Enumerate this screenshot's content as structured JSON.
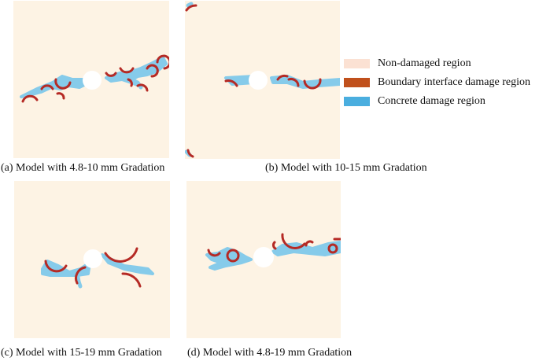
{
  "figure": {
    "panels": [
      {
        "id": "a",
        "caption": "(a)  Model with 4.8-10 mm Gradation"
      },
      {
        "id": "b",
        "caption": "(b)  Model with 10-15 mm Gradation"
      },
      {
        "id": "c",
        "caption": "(c)  Model with 15-19 mm Gradation"
      },
      {
        "id": "d",
        "caption": "(d)  Model with 4.8-19 mm Gradation"
      }
    ],
    "legend": [
      {
        "label": "Non-damaged region",
        "color": "#fbe1d3"
      },
      {
        "label": "Boundary interface damage region",
        "color": "#c0501c"
      },
      {
        "label": "Concrete damage region",
        "color": "#4aaedf"
      }
    ],
    "colors": {
      "background": "#fdf3e4",
      "hole": "#ffffff",
      "interface_damage": "#b52a25",
      "concrete_damage": "#86cbea"
    }
  }
}
